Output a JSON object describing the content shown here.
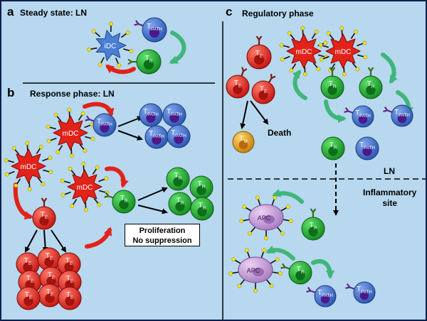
{
  "panels": {
    "a": {
      "letter": "a",
      "title": "Steady state: LN"
    },
    "b": {
      "letter": "b",
      "title": "Response phase: LN"
    },
    "c": {
      "letter": "c",
      "title": "Regulatory phase"
    }
  },
  "cells": {
    "teff": {
      "main": "T",
      "sub": "E"
    },
    "treg": {
      "main": "T",
      "sub": "R"
    },
    "tpath": {
      "main": "T",
      "sub": "PATH"
    },
    "tmem": {
      "main": "T",
      "sub": "M"
    },
    "idc": "iDC",
    "mdc": "mDC",
    "apc": "APC"
  },
  "labels": {
    "death": "Death",
    "ln": "LN",
    "inflammatory_line1": "Inflammatory",
    "inflammatory_line2": "site",
    "proliferation_line1": "Proliferation",
    "proliferation_line2": "No suppression"
  },
  "colors": {
    "background": "#b7d8ee",
    "border": "#0b1f4d",
    "teff": "#e2231a",
    "treg": "#1ea22a",
    "tpath": "#3d6fd1",
    "tmem": "#e6a21c",
    "mdc": "#e2231a",
    "idc": "#4a7fd4",
    "apc": "#c8a4d8",
    "red_arrow": "#e2231a",
    "green_arrow": "#3fb67a"
  }
}
